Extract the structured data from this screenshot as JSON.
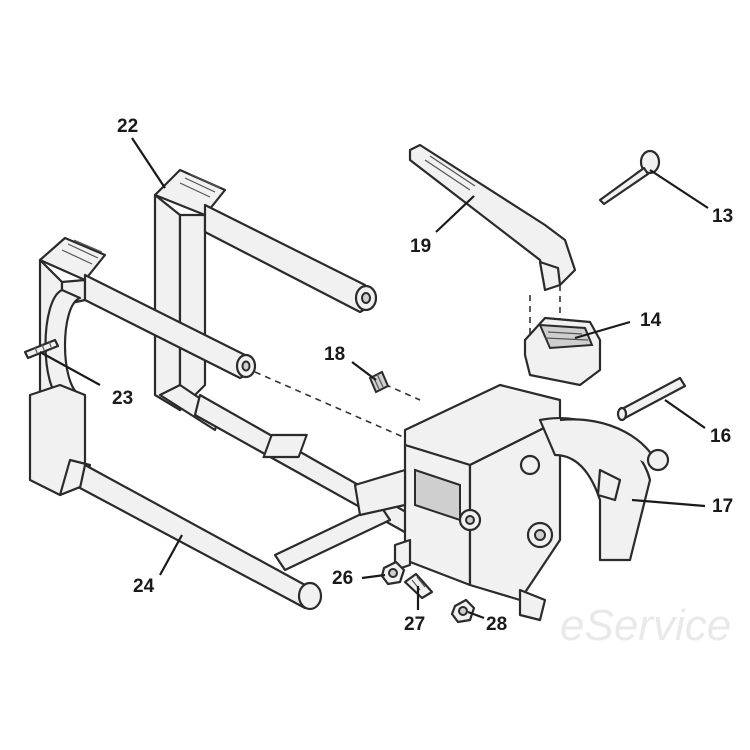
{
  "diagram": {
    "callouts": [
      {
        "id": "c22",
        "label": "22"
      },
      {
        "id": "c19",
        "label": "19"
      },
      {
        "id": "c13",
        "label": "13"
      },
      {
        "id": "c14",
        "label": "14"
      },
      {
        "id": "c18",
        "label": "18"
      },
      {
        "id": "c23",
        "label": "23"
      },
      {
        "id": "c16",
        "label": "16"
      },
      {
        "id": "c17",
        "label": "17"
      },
      {
        "id": "c24",
        "label": "24"
      },
      {
        "id": "c26",
        "label": "26"
      },
      {
        "id": "c27",
        "label": "27"
      },
      {
        "id": "c28",
        "label": "28"
      }
    ],
    "watermark": "eService"
  }
}
